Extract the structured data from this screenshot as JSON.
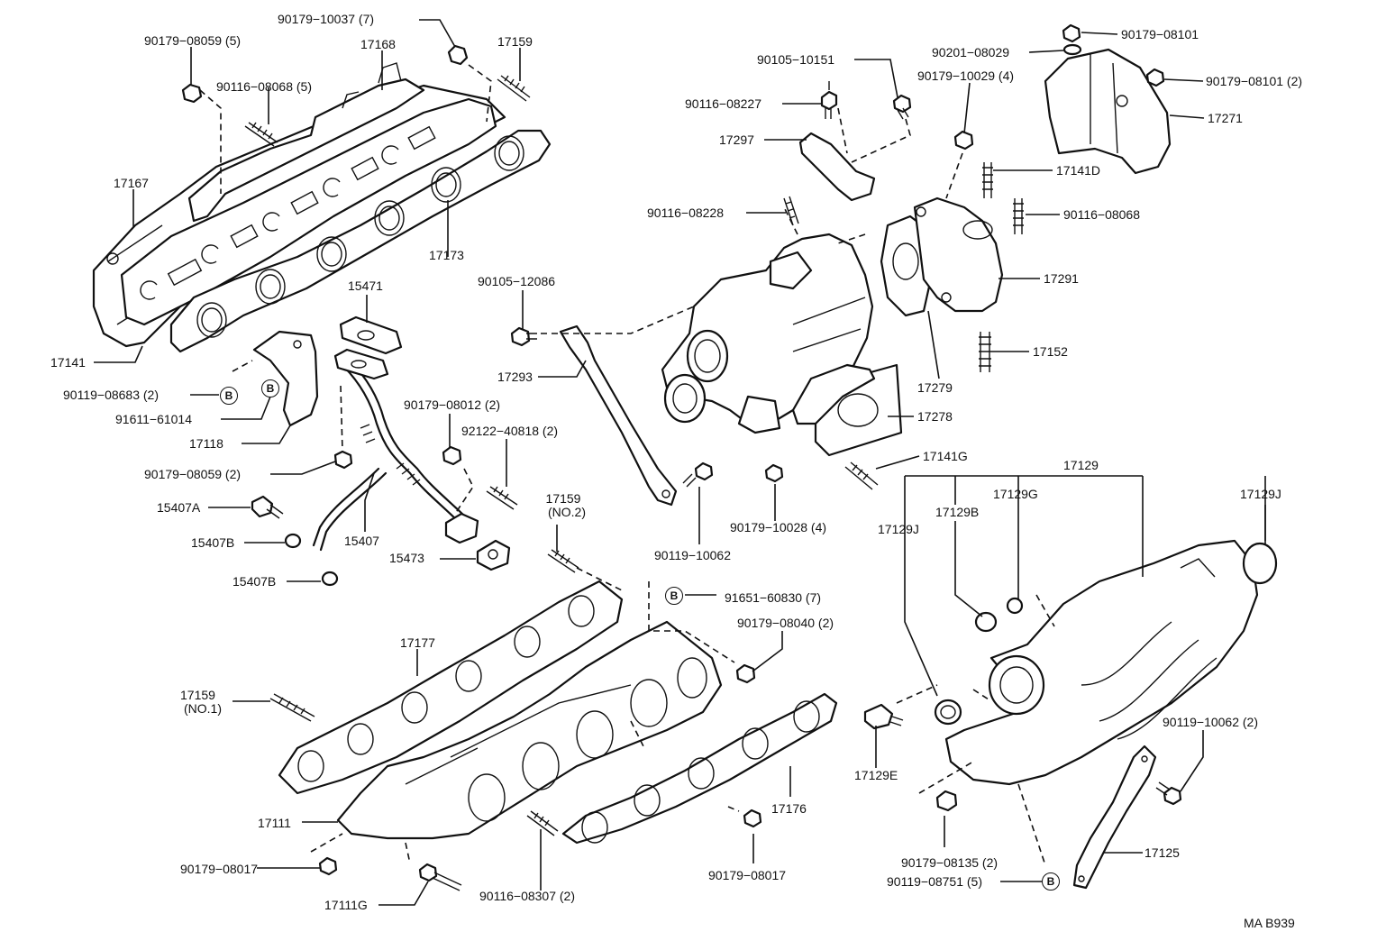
{
  "diagram": {
    "drawing_code": "MA B939",
    "callout_mark": "B",
    "labels": {
      "p_90179_10037": "90179−10037 (7)",
      "p_17159_a": "17159",
      "p_90179_08059_5": "90179−08059 (5)",
      "p_17168": "17168",
      "p_90116_08068_5": "90116−08068 (5)",
      "p_17167": "17167",
      "p_17173": "17173",
      "p_17141": "17141",
      "p_90119_08683": "90119−08683 (2)",
      "p_91611_61014": "91611−61014",
      "p_17118": "17118",
      "p_15471": "15471",
      "p_90179_08059_2": "90179−08059 (2)",
      "p_15407A": "15407A",
      "p_15407B_a": "15407B",
      "p_15407B_b": "15407B",
      "p_15407": "15407",
      "p_90179_08012": "90179−08012 (2)",
      "p_92122_40818": "92122−40818 (2)",
      "p_15473": "15473",
      "p_90105_12086": "90105−12086",
      "p_17293": "17293",
      "p_90119_10062_a": "90119−10062",
      "p_90179_10028": "90179−10028 (4)",
      "p_90105_10151": "90105−10151",
      "p_90116_08227": "90116−08227",
      "p_17297": "17297",
      "p_90116_08228": "90116−08228",
      "p_90201_08029": "90201−08029",
      "p_90179_08101_a": "90179−08101",
      "p_90179_08101_2": "90179−08101 (2)",
      "p_90179_10029": "90179−10029 (4)",
      "p_17271": "17271",
      "p_17141D": "17141D",
      "p_90116_08068": "90116−08068",
      "p_17291": "17291",
      "p_17152": "17152",
      "p_17279": "17279",
      "p_17278": "17278",
      "p_17141G": "17141G",
      "p_17129": "17129",
      "p_17129G": "17129G",
      "p_17129B": "17129B",
      "p_17129J_a": "17129J",
      "p_17129J_b": "17129J",
      "p_17159_no2": "17159",
      "p_17159_no2_sub": "(NO.2)",
      "p_91651_60830": "91651−60830 (7)",
      "p_90179_08040": "90179−08040 (2)",
      "p_17177": "17177",
      "p_17159_no1": "17159",
      "p_17159_no1_sub": "(NO.1)",
      "p_17111": "17111",
      "p_17176": "17176",
      "p_90179_08017_a": "90179−08017",
      "p_90179_08017_b": "90179−08017",
      "p_17111G": "17111G",
      "p_90116_08307": "90116−08307 (2)",
      "p_17129E": "17129E",
      "p_90119_10062_2": "90119−10062 (2)",
      "p_90179_08135": "90179−08135 (2)",
      "p_90119_08751": "90119−08751 (5)",
      "p_17125": "17125"
    }
  }
}
